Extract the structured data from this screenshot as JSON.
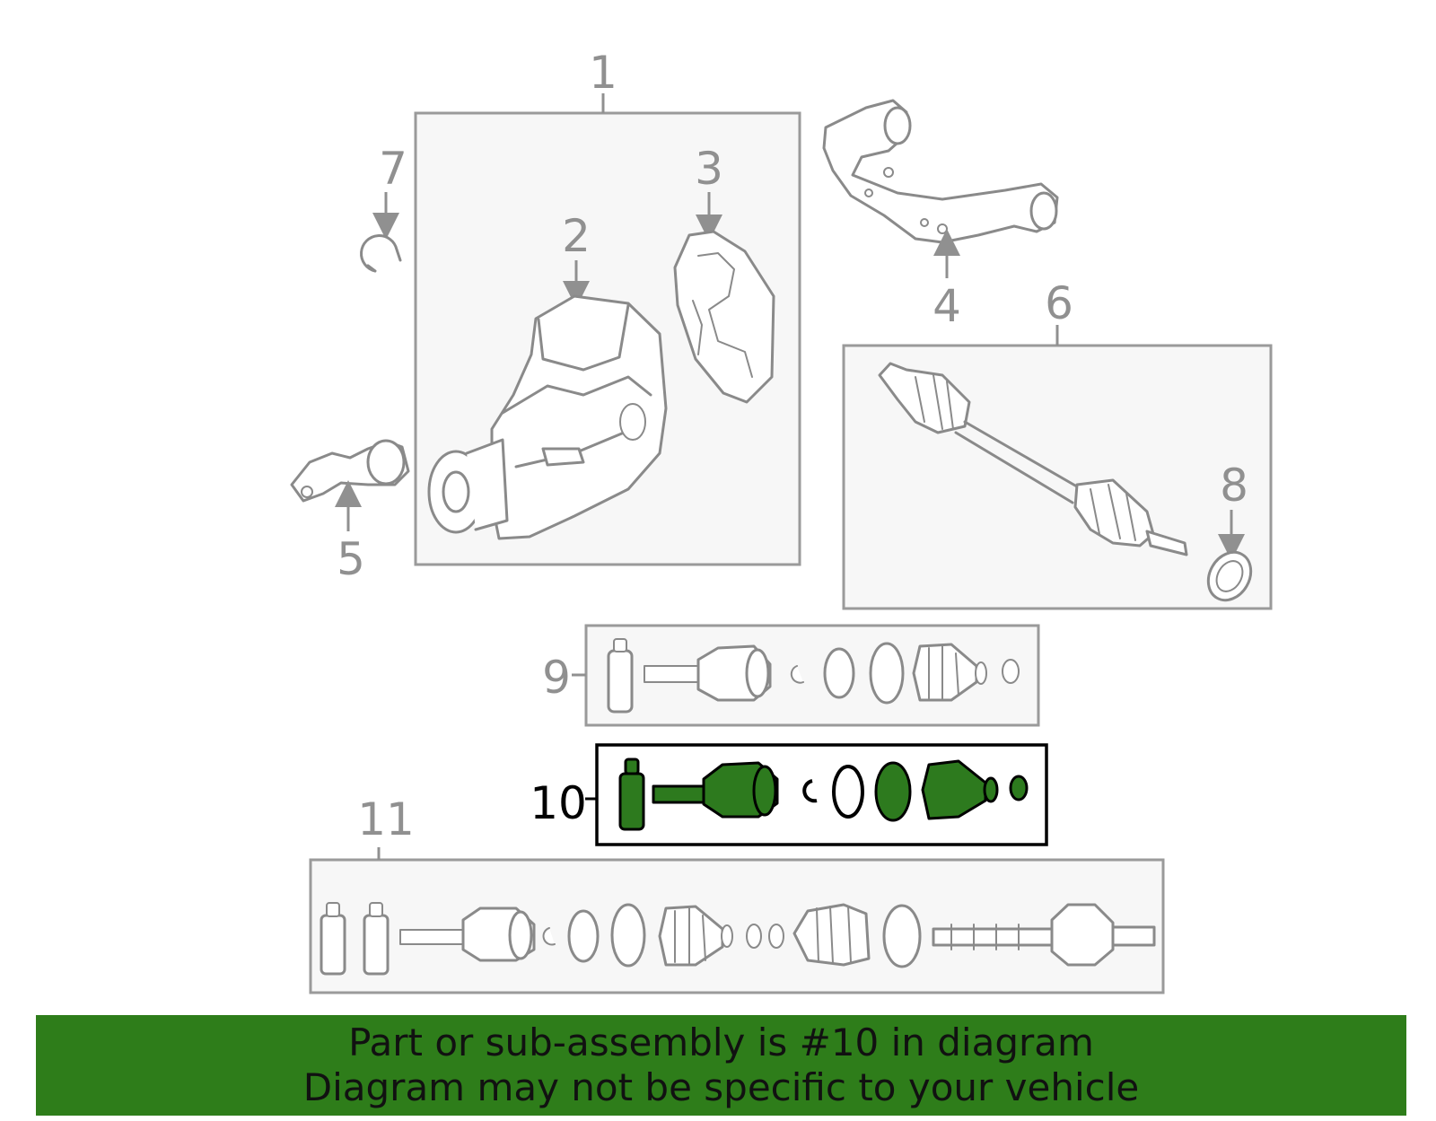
{
  "callouts": {
    "c1": "1",
    "c2": "2",
    "c3": "3",
    "c4": "4",
    "c5": "5",
    "c6": "6",
    "c7": "7",
    "c8": "8",
    "c9": "9",
    "c10": "10",
    "c11": "11"
  },
  "highlighted_callout": "10",
  "banner": {
    "line1": "Part or sub-assembly is #10 in diagram",
    "line2": "Diagram may not be specific to your vehicle"
  },
  "colors": {
    "highlight_part": "#2d7a1e",
    "banner": "#2e7d1a",
    "line_art": "#8a8a8a",
    "box_fill": "#f7f7f7"
  }
}
